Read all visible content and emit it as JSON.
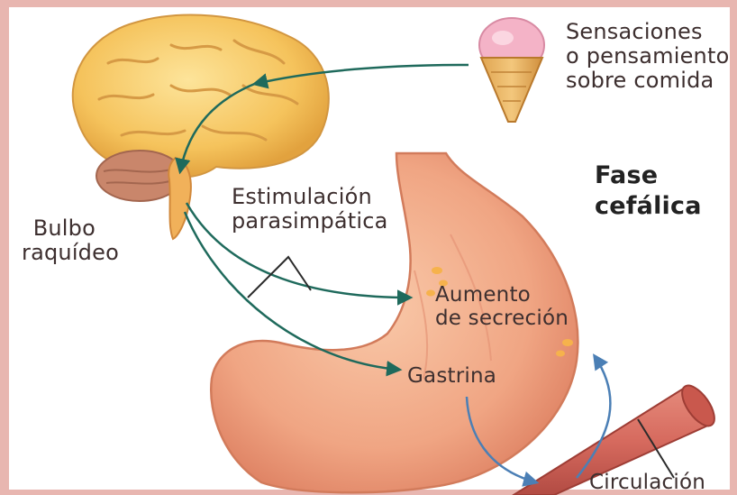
{
  "labels": {
    "sensations": "Sensaciones\no pensamiento\nsobre comida",
    "phase": "Fase\ncefálica",
    "stimulation": "Estimulación\nparasimpática",
    "medulla": "Bulbo\nraquídeo",
    "secretion": "Aumento\nde secreción",
    "gastrin": "Gastrina",
    "circulation": "Circulación"
  },
  "colors": {
    "background": "#e8b6b0",
    "panel": "#ffffff",
    "brain": "#f5c35c",
    "stomach": "#f0a583",
    "nerve_arrow": "#1f6a5c",
    "blood_arrow": "#4b7fb5",
    "blood_vessel": "#d66a5e",
    "text": "#3d2f2f"
  }
}
